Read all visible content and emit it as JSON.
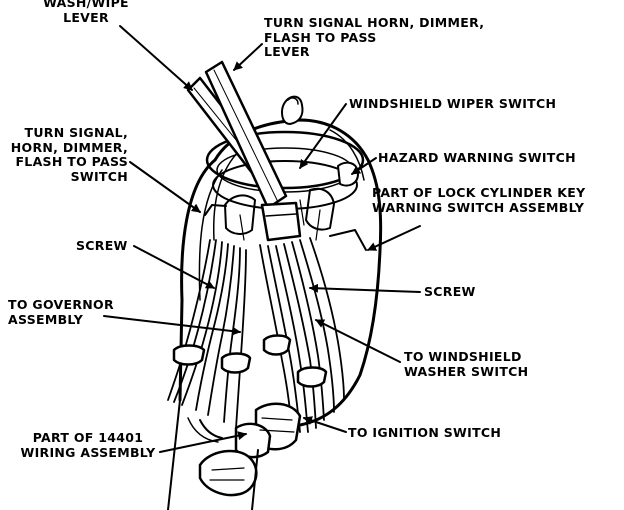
{
  "labels": {
    "wash_wipe_lever": [
      "WASH/WIPE",
      "LEVER"
    ],
    "turn_signal_lever": [
      "TURN SIGNAL HORN, DIMMER,",
      "FLASH TO PASS",
      "LEVER"
    ],
    "windshield_wiper_switch": [
      "WINDSHIELD WIPER SWITCH"
    ],
    "hazard_warning_switch": [
      "HAZARD WARNING SWITCH"
    ],
    "lock_cylinder_switch": [
      "PART OF LOCK CYLINDER KEY",
      "WARNING SWITCH ASSEMBLY"
    ],
    "turn_signal_switch": [
      "TURN SIGNAL,",
      "HORN, DIMMER,",
      "FLASH TO PASS",
      "SWITCH"
    ],
    "screw_left": [
      "SCREW"
    ],
    "screw_right": [
      "SCREW"
    ],
    "governor_assembly": [
      "TO GOVERNOR",
      "ASSEMBLY"
    ],
    "washer_switch": [
      "TO WINDSHIELD",
      "WASHER SWITCH"
    ],
    "ignition_switch": [
      "TO IGNITION SWITCH"
    ],
    "wiring_assembly": [
      "PART OF 14401",
      "WIRING ASSEMBLY"
    ]
  },
  "colors": {
    "ink": "#000000",
    "paper": "#ffffff"
  }
}
